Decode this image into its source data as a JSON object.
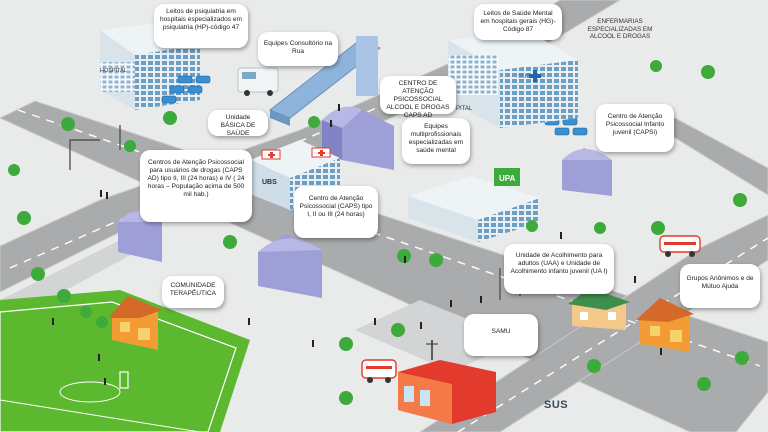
{
  "title": "SUS",
  "labels": {
    "hp": "Leitos de psiquiatria em hospitais especializados em psiquiatria (HP)-código 47",
    "consultorio": "Equipes Consultório na Rua",
    "hg": "Leitos de Saúde Mental em hospitais gerais (HG)-Código 87",
    "enfermarias": "ENFERMARIAS ESPECIALIZADAS EM ALCOOL E DROGAS",
    "caps_ad": "CENTRO DE ATENÇÃO PSICOSSOCIAL ALCOOL E DROGAS CAPS AD",
    "ubs": "Unidade BÁSICA DE SAÚDE",
    "equipes": "Equipes multiprofissionais especializadas em saúde mental",
    "capsi": "Centro de Atenção Psicossocial Infanto juvenil (CAPSi)",
    "caps_ad_tipos": "Centros de Atenção Psicossocial para usuários de drogas (CAPS AD) tipo II, III (24 horas) e IV ( 24 horas – População acima de 500 mil hab.)",
    "caps": "Centro de Atenção Psicossocial (CAPS) tipo I, II ou III (24 horas)",
    "comunidade": "COMUNIDADE TERAPÊUTICA",
    "uaa": "Unidade de Acolhimento para adultos (UAA) e Unidade de Acolhimento infanto juvenil (UA I)",
    "grupos": "Grupos Anônimos e de Mútuo Ajuda",
    "samu": "SAMU"
  },
  "signs": {
    "hospital": "HOSPITAL",
    "sus": "SUS",
    "ubs": "UBS",
    "upa": "UPA",
    "pital": "PITAL"
  },
  "colors": {
    "road": "#a9abad",
    "ground": "#e9eaea",
    "grass": "#5cb82e",
    "tree": "#3daa3c",
    "caps_building": "#9e9fd6",
    "hospital": "#d8e3ea",
    "bridge": "#8fb4dc",
    "orange_house": "#f39c35",
    "red_samu": "#e23a2c"
  }
}
